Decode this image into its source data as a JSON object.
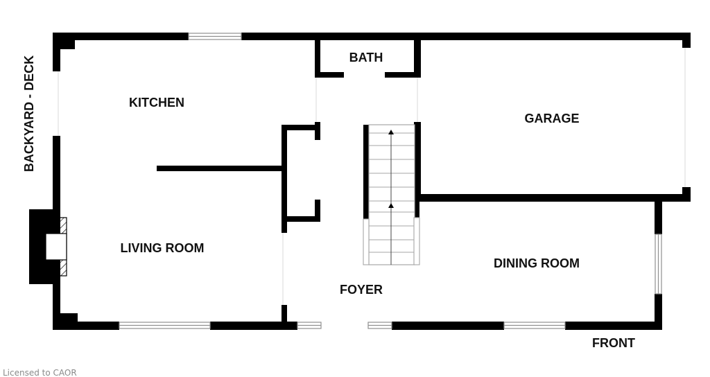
{
  "colors": {
    "wall": "#000000",
    "window_frame": "#9a9a9a",
    "stairs": "#a6a6a6",
    "text": "#111111",
    "watermark": "#8a8a8a"
  },
  "labels": {
    "bath": "BATH",
    "kitchen": "KITCHEN",
    "garage": "GARAGE",
    "living_room": "LIVING ROOM",
    "dining_room": "DINING ROOM",
    "foyer": "FOYER",
    "front": "FRONT",
    "backyard_deck": "BACKYARD - DECK"
  },
  "watermark": "Licensed to CAOR",
  "icons": {
    "stair_arrow": "arrow-up-icon",
    "fireplace": "fireplace-icon"
  }
}
